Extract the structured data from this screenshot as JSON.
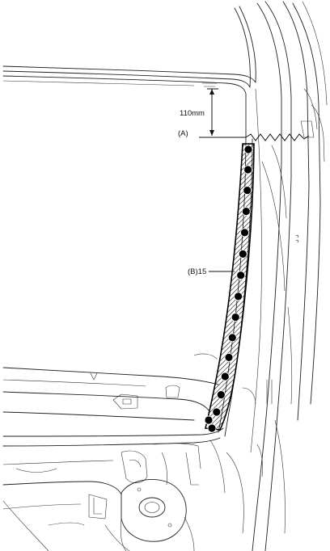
{
  "labels": {
    "dimension": "110mm",
    "cut_line": "(A)",
    "weld_zone": "(B)15"
  },
  "weld_spot_count": 15,
  "colors": {
    "line": "#222222",
    "weld_spot": "#000000",
    "hatch": "#000000",
    "background": "#ffffff"
  }
}
